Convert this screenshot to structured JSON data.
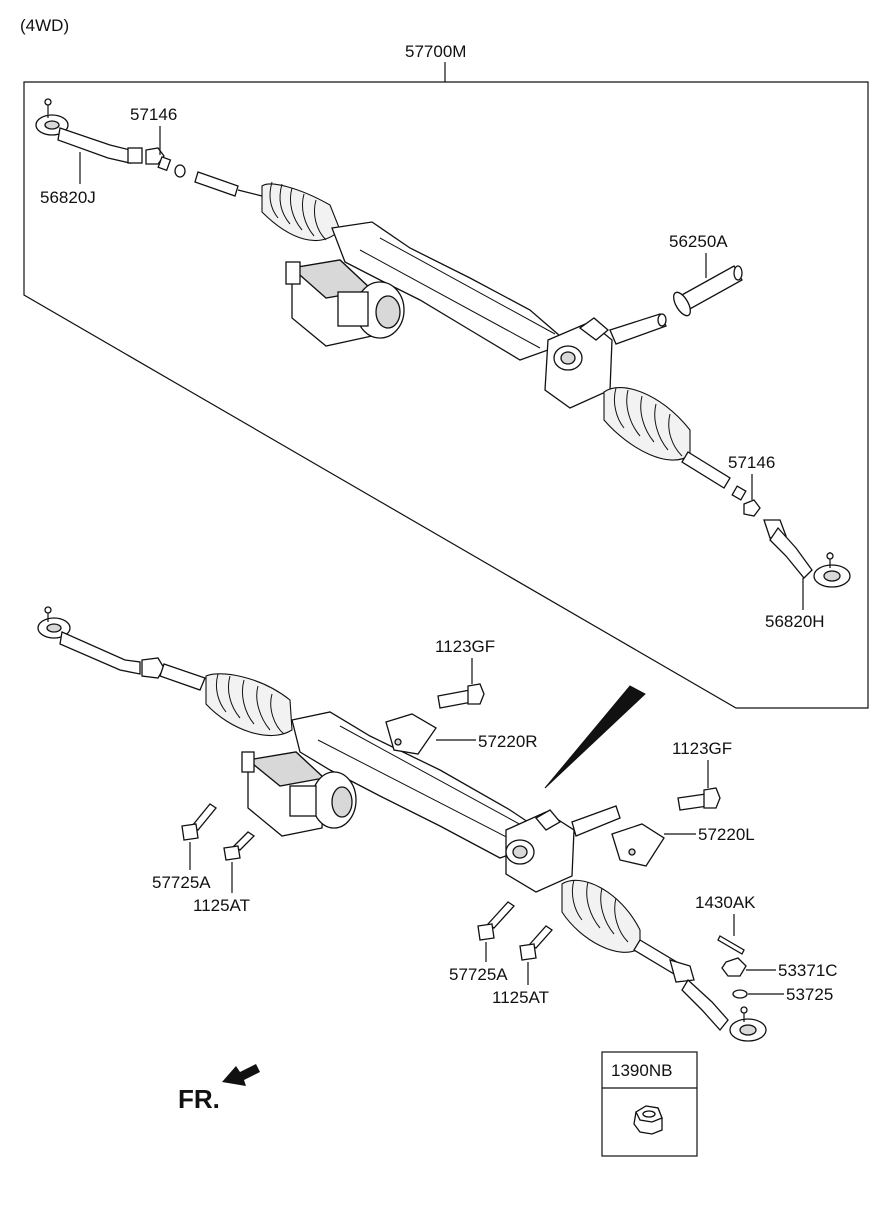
{
  "header": {
    "variant": "(4WD)"
  },
  "assembly": {
    "part_no": "57700M"
  },
  "labels": {
    "tie_rod_end_left": "56820J",
    "locknut_top_left": "57146",
    "boot_clamp": "56250A",
    "locknut_right": "57146",
    "tie_rod_end_right": "56820H",
    "bolt_top": "1123GF",
    "bracket_r": "57220R",
    "bolt_right": "1123GF",
    "bracket_l": "57220L",
    "mount_bolt_left": "57725A",
    "mount_bolt2_left": "1125AT",
    "mount_bolt_right": "57725A",
    "mount_bolt2_right": "1125AT",
    "split_pin": "1430AK",
    "castle_nut": "53371C",
    "washer": "53725"
  },
  "inset": {
    "part_no": "1390NB"
  },
  "direction": {
    "label": "FR."
  }
}
